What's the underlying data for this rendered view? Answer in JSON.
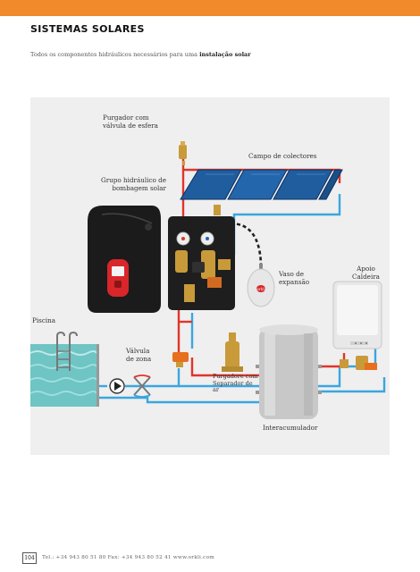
{
  "header": {
    "title": "SISTEMAS SOLARES",
    "subtitle_prefix": "Todos os componentes hidráulicos necessários para uma ",
    "subtitle_bold": "instalação solar"
  },
  "labels": {
    "purgador": "Purgador com\nválvula de esfera",
    "campo": "Campo de colectores",
    "grupo": "Grupo hidráulico de\nbombagem solar",
    "vaso": "Vaso de\nexpansão",
    "apoio": "Apoio\nCaldeira",
    "piscina": "Piscina",
    "valvula": "Válvula\nde zona",
    "purgadore_sep": "Purgadore com\nSeparador de\nar",
    "interacumulador": "Interacumulador",
    "brand_on_tank": "orkli"
  },
  "footer": {
    "page_number": "104",
    "contact": "Tel.: +34 943 80 51 80    Fax: +34 943 80 52 41    www.orkli.com"
  },
  "colors": {
    "accent": "#f08a2a",
    "hot_pipe": "#e0352b",
    "cold_pipe": "#3aa6df",
    "panel_bg": "#efefef"
  }
}
